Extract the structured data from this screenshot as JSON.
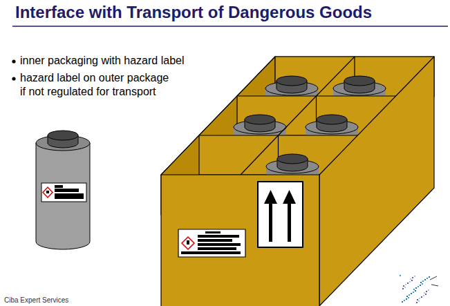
{
  "diagram": {
    "title": "Interface with Transport of Dangerous Goods",
    "labels": [
      "inner packaging with hazard label",
      "hazard label on outer package if not regulated for transport",
      "Ciba Expert Services"
    ]
  }
}
